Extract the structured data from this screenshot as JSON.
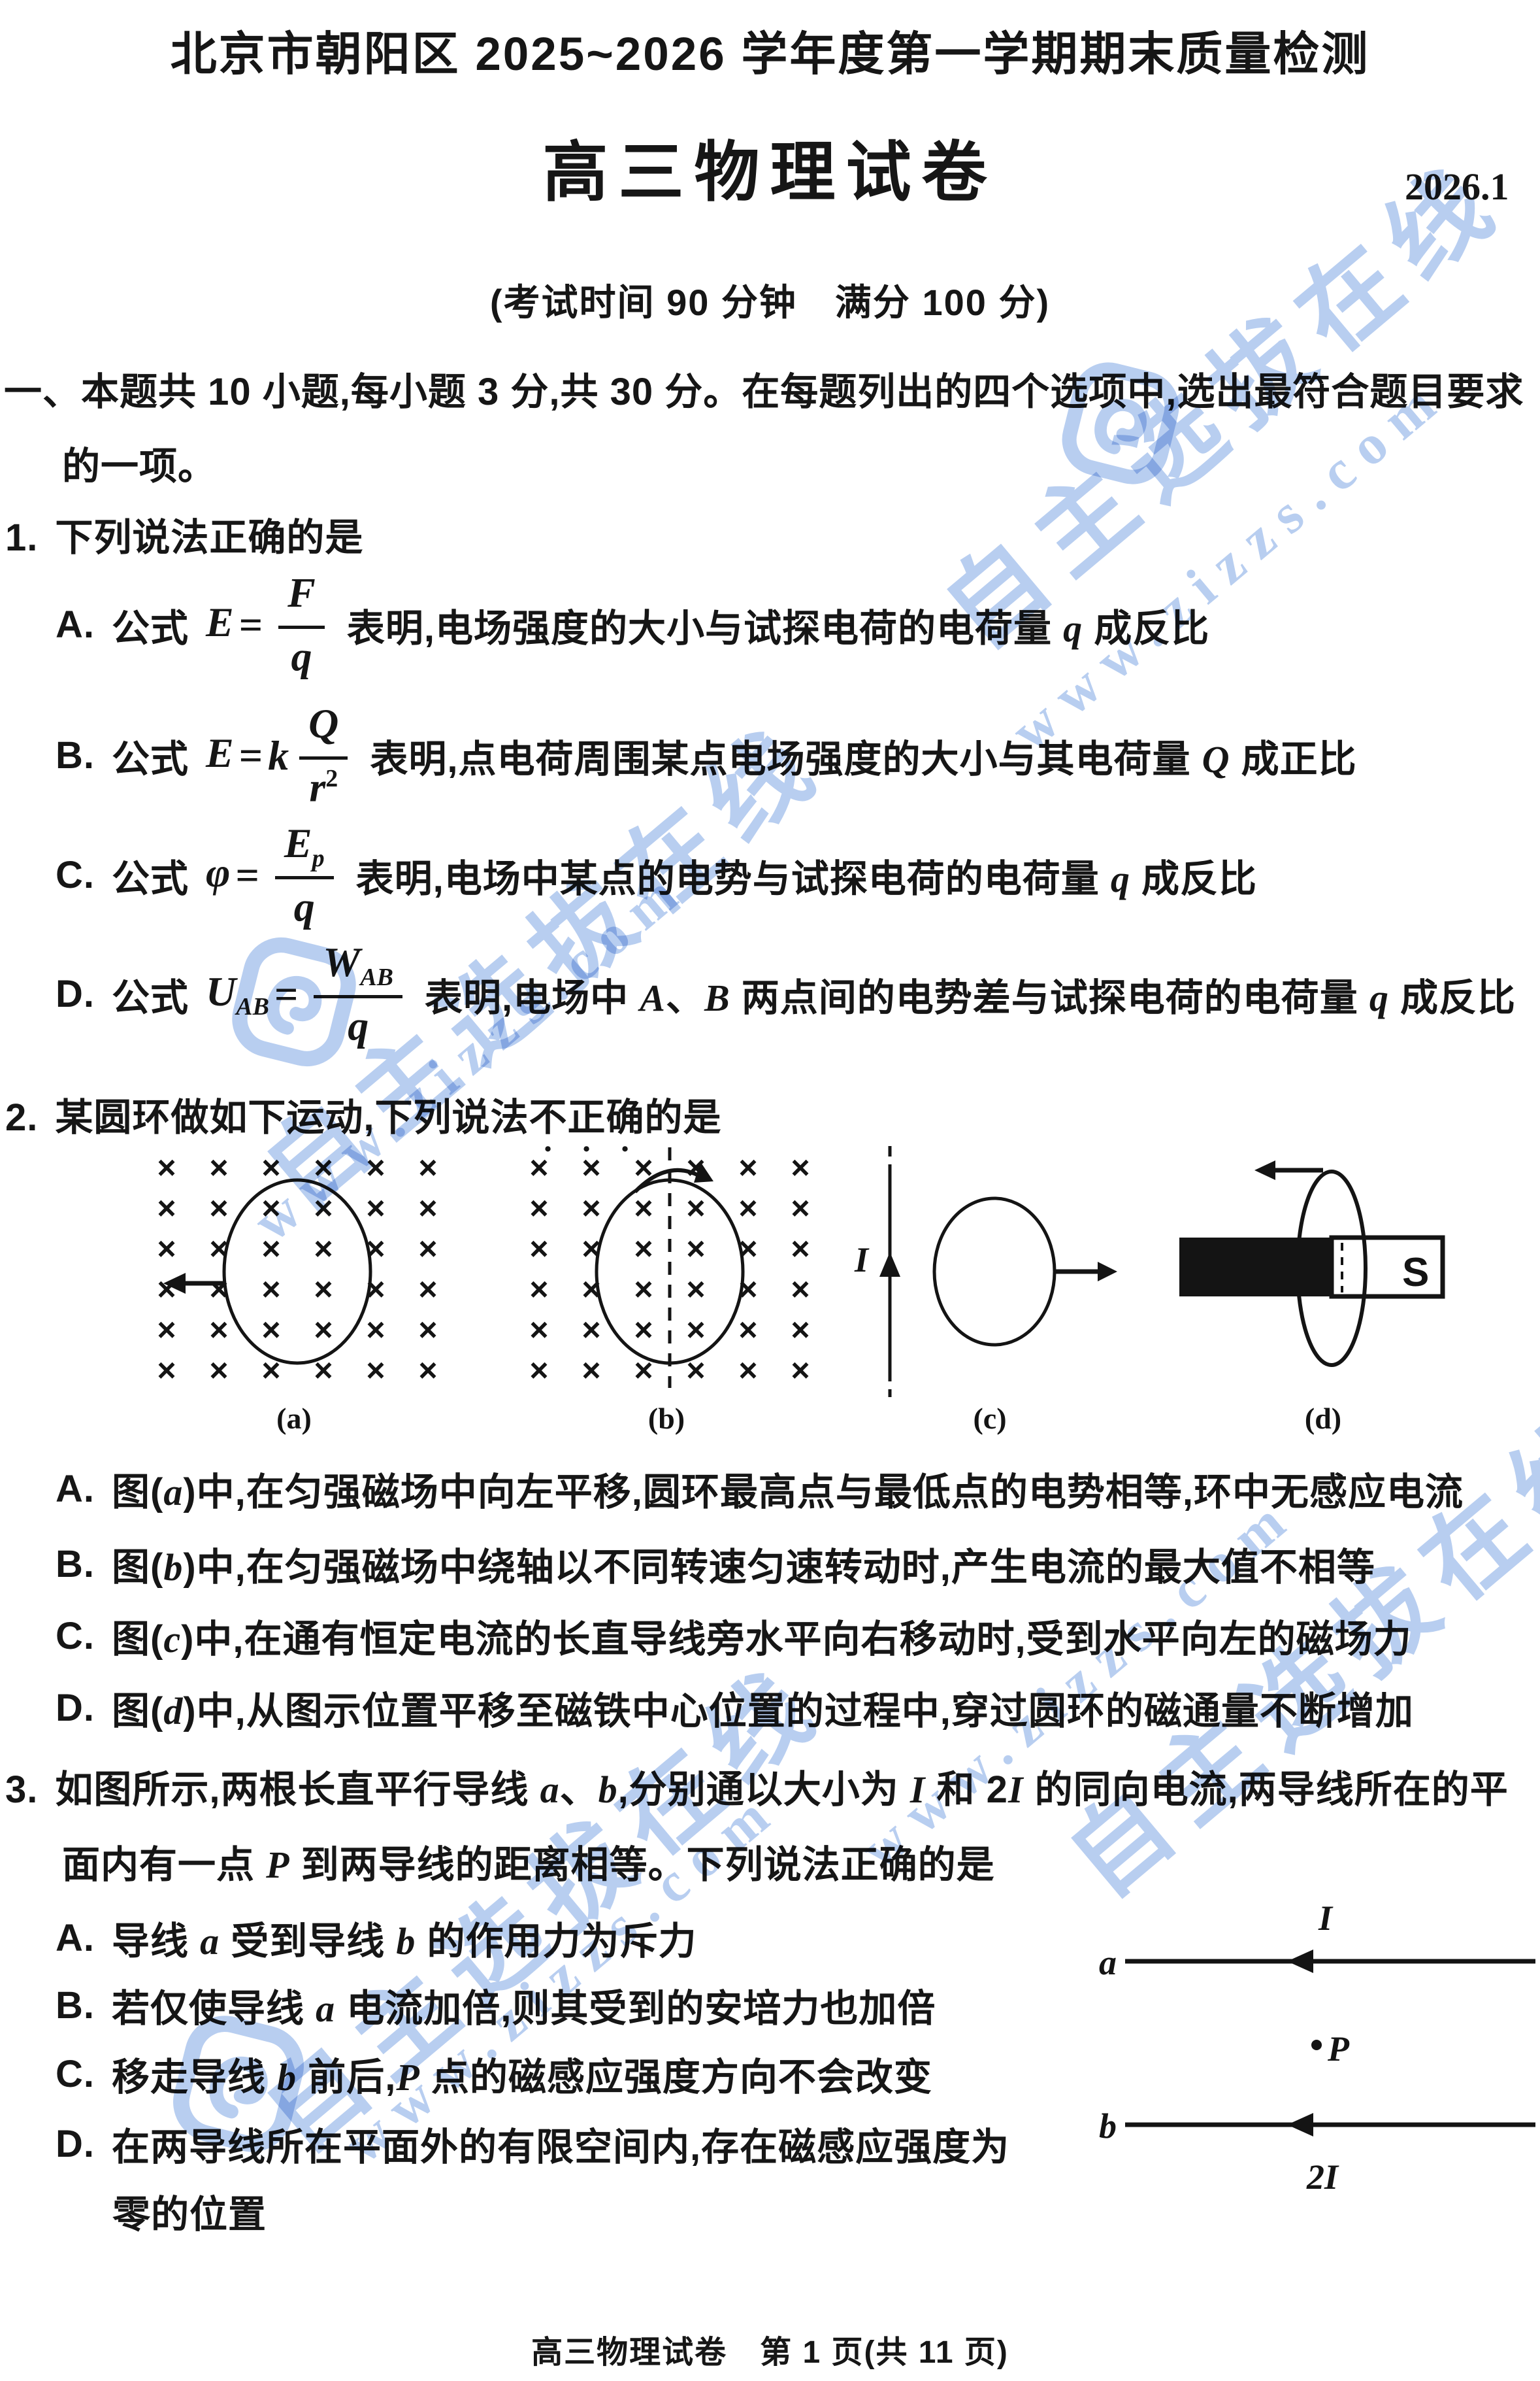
{
  "page": {
    "header": "北京市朝阳区 2025~2026 学年度第一学期期末质量检测",
    "title": "高三物理试卷",
    "date": "2026.1",
    "exam_info": "(考试时间 90 分钟　满分 100 分)",
    "footer": "高三物理试卷　第 1 页(共 11 页)"
  },
  "watermark": {
    "brand": "自主选拔在线",
    "url": "www.zizzs.com",
    "color": "#7ea6e4"
  },
  "section1": {
    "line1": "一、本题共 10 小题,每小题 3 分,共 30 分。在每题列出的四个选项中,选出最符合题目要求",
    "line2": "的一项。"
  },
  "q1": {
    "number": "1.",
    "stem": "下列说法正确的是",
    "eq": "=",
    "options": [
      {
        "label": "A.",
        "pre": "公式",
        "lhs": "E",
        "lhs_sub": "",
        "coeff": "",
        "num": "F",
        "num_sub": "",
        "den": "q",
        "den_sup": "",
        "post": "表明,电场强度的大小与试探电荷的电荷量 q 成反比"
      },
      {
        "label": "B.",
        "pre": "公式",
        "lhs": "E",
        "lhs_sub": "",
        "coeff": "k",
        "num": "Q",
        "num_sub": "",
        "den": "r",
        "den_sup": "2",
        "post": "表明,点电荷周围某点电场强度的大小与其电荷量 Q 成正比"
      },
      {
        "label": "C.",
        "pre": "公式",
        "lhs": "φ",
        "lhs_sub": "",
        "coeff": "",
        "num": "E",
        "num_sub": "p",
        "den": "q",
        "den_sup": "",
        "post": "表明,电场中某点的电势与试探电荷的电荷量 q 成反比"
      },
      {
        "label": "D.",
        "pre": "公式",
        "lhs": "U",
        "lhs_sub": "AB",
        "coeff": "",
        "num": "W",
        "num_sub": "AB",
        "den": "q",
        "den_sup": "",
        "post": "表明,电场中 A、B 两点间的电势差与试探电荷的电荷量 q 成反比"
      }
    ]
  },
  "q2": {
    "number": "2.",
    "stem_pre": "某圆环做如下运动,下列说法",
    "stem_emph": "不正确",
    "stem_post": "的是",
    "figures": {
      "grid": {
        "rows": 6,
        "cols": 6,
        "symbol": "×"
      },
      "label_a": "(a)",
      "label_b": "(b)",
      "label_c": "(c)",
      "label_d": "(d)",
      "current": "I",
      "pole": "S"
    },
    "options": [
      {
        "label": "A.",
        "text": "图(a)中,在匀强磁场中向左平移,圆环最高点与最低点的电势相等,环中无感应电流"
      },
      {
        "label": "B.",
        "text": "图(b)中,在匀强磁场中绕轴以不同转速匀速转动时,产生电流的最大值不相等"
      },
      {
        "label": "C.",
        "text": "图(c)中,在通有恒定电流的长直导线旁水平向右移动时,受到水平向左的磁场力"
      },
      {
        "label": "D.",
        "text": "图(d)中,从图示位置平移至磁铁中心位置的过程中,穿过圆环的磁通量不断增加"
      }
    ]
  },
  "q3": {
    "number": "3.",
    "stem_line1": "如图所示,两根长直平行导线 a、b,分别通以大小为 I 和 2I 的同向电流,两导线所在的平",
    "stem_line2": "面内有一点 P 到两导线的距离相等。下列说法正确的是",
    "options": [
      {
        "label": "A.",
        "text": "导线 a 受到导线 b 的作用力为斥力"
      },
      {
        "label": "B.",
        "text": "若仅使导线 a 电流加倍,则其受到的安培力也加倍"
      },
      {
        "label": "C.",
        "text": "移走导线 b 前后,P 点的磁感应强度方向不会改变"
      },
      {
        "label": "D.",
        "text": "在两导线所在平面外的有限空间内,存在磁感应强度为"
      }
    ],
    "option_d_wrap": "零的位置",
    "figure": {
      "wire_a": "a",
      "wire_b": "b",
      "current_a": "I",
      "current_b": "2I",
      "point_p": "P"
    }
  }
}
